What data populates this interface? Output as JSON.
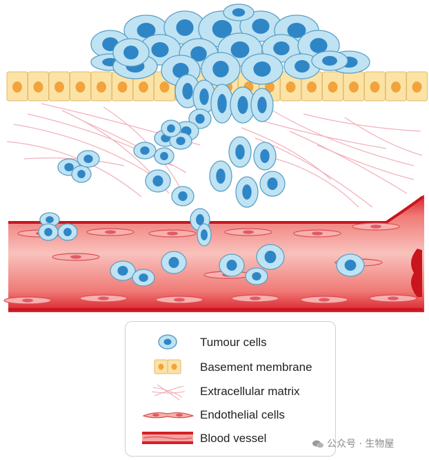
{
  "legend": {
    "items": [
      {
        "label": "Tumour cells",
        "icon": "tumour-cell-icon"
      },
      {
        "label": "Basement membrane",
        "icon": "basement-membrane-icon"
      },
      {
        "label": "Extracellular matrix",
        "icon": "extracellular-matrix-icon"
      },
      {
        "label": "Endothelial cells",
        "icon": "endothelial-cell-icon"
      },
      {
        "label": "Blood vessel",
        "icon": "blood-vessel-icon"
      }
    ]
  },
  "watermark": {
    "text": "公众号 · 生物屋",
    "icon": "wechat-icon"
  },
  "colors": {
    "tumour_fill": "#bfe3f3",
    "tumour_outline": "#5b9fc4",
    "tumour_nucleus": "#2f86c6",
    "membrane_fill": "#fbe3a6",
    "membrane_nucleus": "#f2a33c",
    "matrix_fibre": "#f0aab5",
    "vessel_red": "#e3262e",
    "vessel_pink": "#f7b0ad"
  }
}
